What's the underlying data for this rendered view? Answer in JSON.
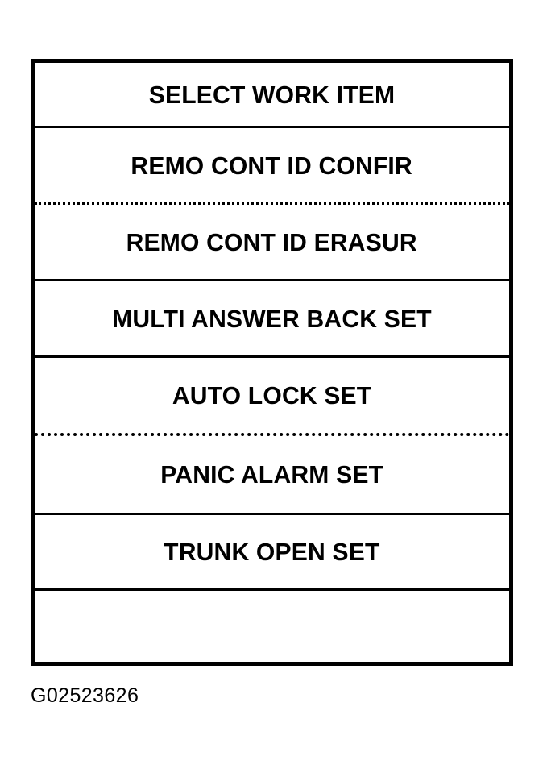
{
  "figure": {
    "caption": "G02523626",
    "colors": {
      "background": "#ffffff",
      "ink": "#000000",
      "border": "#000000"
    }
  },
  "menu": {
    "title": "SELECT WORK ITEM",
    "rows": [
      {
        "label": "SELECT WORK ITEM",
        "separator_above": "none"
      },
      {
        "label": "REMO CONT ID CONFIR",
        "separator_above": "solid"
      },
      {
        "label": "REMO CONT ID ERASUR",
        "separator_above": "dotted"
      },
      {
        "label": "MULTI ANSWER BACK SET",
        "separator_above": "solid"
      },
      {
        "label": "AUTO LOCK SET",
        "separator_above": "solid"
      },
      {
        "label": "PANIC ALARM SET",
        "separator_above": "dotted"
      },
      {
        "label": "TRUNK OPEN SET",
        "separator_above": "solid"
      },
      {
        "label": "",
        "separator_above": "solid"
      }
    ]
  }
}
